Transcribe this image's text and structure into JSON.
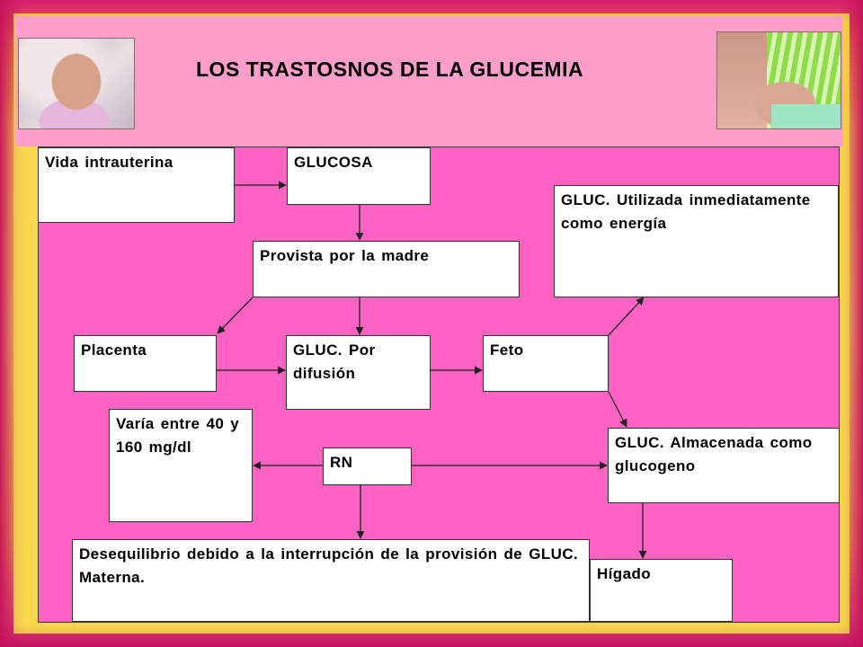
{
  "title": "LOS TRASTOSNOS DE LA GLUCEMIA",
  "images": {
    "left_photo": "newborn-sleeping-photo",
    "right_photo": "newborn-breastfeeding-photo"
  },
  "colors": {
    "header": "#fb9ec9",
    "panel": "#fe63c4",
    "frame": "#fbd74f",
    "box": "#ffffff"
  },
  "nodes": {
    "vida": "Vida intrauterina",
    "glucosa": "GLUCOSA",
    "provista": "Provista por la madre",
    "utilizada": "GLUC. Utilizada inmediatamente como energía",
    "placenta": "Placenta",
    "difusion": "GLUC. Por difusión",
    "feto": "Feto",
    "varia": "Varía entre 40 y 160 mg/dl",
    "rn": "RN",
    "almacenada": "GLUC. Almacenada como glucogeno",
    "desequilibrio": "Desequilibrio debido a la interrupción de la provisión de GLUC. Materna.",
    "higado": "Hígado"
  }
}
